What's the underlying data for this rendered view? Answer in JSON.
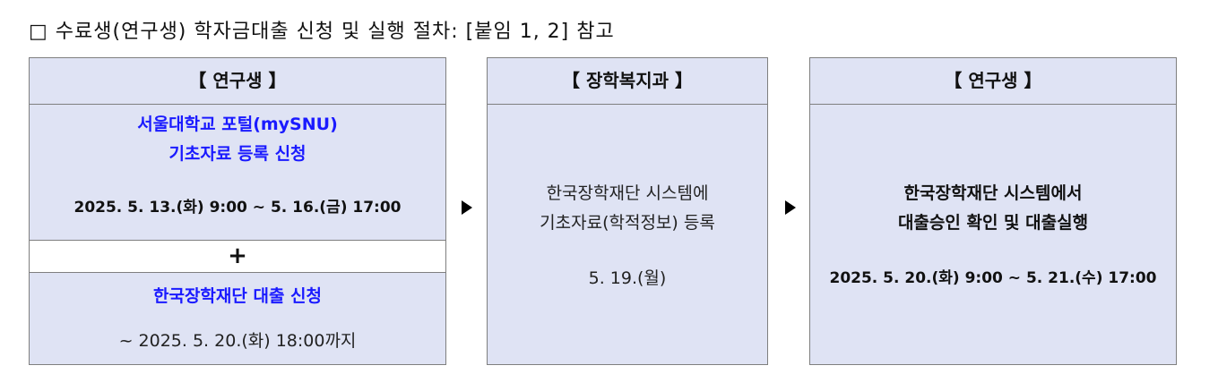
{
  "title": "□ 수료생(연구생) 학자금대출 신청 및 실행 절차: [붙임 1, 2] 참고",
  "box1": {
    "header": "【 연구생 】",
    "step1_line1": "서울대학교 포털(mySNU)",
    "step1_line2": "기초자료 등록 신청",
    "step1_date": "2025. 5. 13.(화) 9:00 ~ 5. 16.(금) 17:00",
    "plus": "+",
    "step2_title": "한국장학재단 대출 신청",
    "step2_date": "~ 2025. 5. 20.(화) 18:00까지"
  },
  "box2": {
    "header": "【 장학복지과 】",
    "line1": "한국장학재단 시스템에",
    "line2": "기초자료(학적정보) 등록",
    "date": "5. 19.(월)"
  },
  "box3": {
    "header": "【 연구생 】",
    "line1": "한국장학재단 시스템에서",
    "line2": "대출승인 확인 및 대출실행",
    "date": "2025. 5. 20.(화) 9:00 ~ 5. 21.(수) 17:00"
  }
}
